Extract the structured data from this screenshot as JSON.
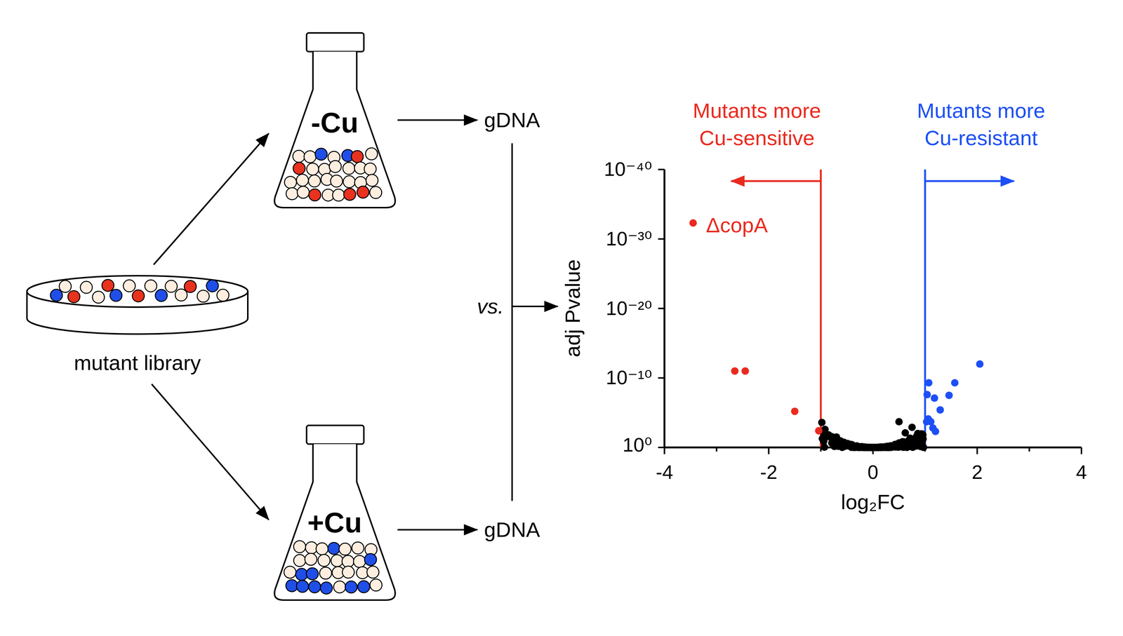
{
  "diagram": {
    "nodes": [
      {
        "text": [
          "mutant library"
        ]
      },
      {
        "text": [
          "-Cu"
        ]
      },
      {
        "text": [
          "+Cu"
        ]
      },
      {
        "text": [
          "gDNA"
        ]
      },
      {
        "text": [
          "gDNA"
        ]
      }
    ],
    "edges": [
      {
        "from": 0,
        "to": 1,
        "arrow": "to"
      },
      {
        "from": 0,
        "to": 2,
        "arrow": "to"
      },
      {
        "from": 1,
        "to": 3,
        "arrow": "to"
      },
      {
        "from": 2,
        "to": 4,
        "arrow": "to"
      }
    ],
    "labels": [
      "vs.",
      "Mutants more Cu-sensitive",
      "Mutants more Cu-resistant",
      "10⁻⁴⁰",
      "10⁻³⁰",
      "10⁻²⁰",
      "10⁻¹⁰",
      "10⁰",
      "adj Pvalue",
      "ΔcopA",
      "-4",
      "-2",
      "0",
      "2",
      "4",
      "log₂FC"
    ]
  }
}
